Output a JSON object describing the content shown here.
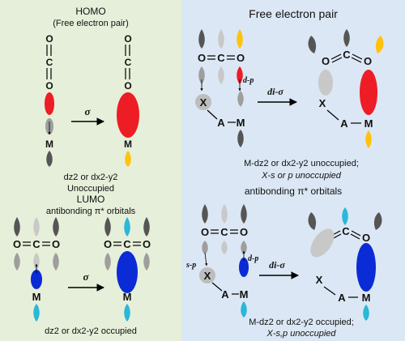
{
  "panels": {
    "top_left": {
      "title_line1": "HOMO",
      "title_line2": "(Free electron pair)",
      "atoms": {
        "o_top": "O",
        "c": "C",
        "o_bottom": "O",
        "metal": "M"
      },
      "arrow_label": "σ",
      "caption_line1": "dz2 or dx2-y2",
      "caption_line2": "Unoccupied"
    },
    "top_right": {
      "title": "Free electron pair",
      "atoms": {
        "o1": "O",
        "c": "C",
        "o2": "O",
        "x": "X",
        "a": "A",
        "m": "M"
      },
      "dp_label": "d-p",
      "arrow_label": "di-σ",
      "caption_line1": "M-dz2 or dx2-y2  unoccupied;",
      "caption_line2": "X-s or p unoccupied"
    },
    "bottom_left": {
      "title_line1": "LUMO",
      "title_line2": "antibonding  π* orbitals",
      "atoms": {
        "o1": "O",
        "c": "C",
        "o2": "O",
        "metal": "M"
      },
      "arrow_label": "σ",
      "caption": "dz2 or dx2-y2 occupied"
    },
    "bottom_right": {
      "title": "antibonding  π* orbitals",
      "atoms": {
        "o1": "O",
        "c": "C",
        "o2": "O",
        "x": "X",
        "a": "A",
        "m": "M"
      },
      "sp_label": "s-p",
      "dp_label": "d-p",
      "arrow_label": "di-σ",
      "caption_line1": "M-dz2 or dx2-y2  occupied;",
      "caption_line2": "X-s,p unoccupied"
    }
  },
  "colors": {
    "left_bg": "#e6efd9",
    "right_bg": "#dbe7f4",
    "lobe_dark": "#555555",
    "lobe_gray": "#9e9e9e",
    "lobe_light": "#c8c8c8",
    "red": "#ee1c24",
    "yellow": "#ffc20e",
    "blue": "#0a2bd6",
    "cyan": "#2ab7d8"
  }
}
